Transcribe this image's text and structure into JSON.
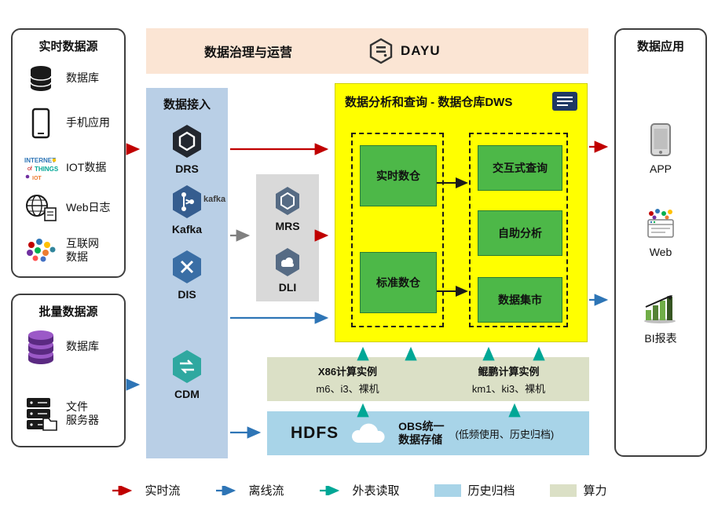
{
  "banner": {
    "title": "数据治理与运营",
    "logo_text": "DAYU"
  },
  "realtime_sources": {
    "title": "实时数据源",
    "items": [
      {
        "label": "数据库"
      },
      {
        "label": "手机应用"
      },
      {
        "label": "IOT数据"
      },
      {
        "label": "Web日志"
      },
      {
        "label_line1": "互联网",
        "label_line2": "数据"
      }
    ]
  },
  "batch_sources": {
    "title": "批量数据源",
    "items": [
      {
        "label": "数据库"
      },
      {
        "label_line1": "文件",
        "label_line2": "服务器"
      }
    ]
  },
  "ingestion": {
    "title": "数据接入",
    "items": [
      {
        "label": "DRS"
      },
      {
        "label": "Kafka",
        "logo": "kafka"
      },
      {
        "label": "DIS"
      },
      {
        "label": "CDM"
      }
    ]
  },
  "middleware": {
    "items": [
      {
        "label": "MRS"
      },
      {
        "label": "DLI"
      }
    ]
  },
  "dws": {
    "title": "数据分析和查询 - 数据仓库DWS",
    "left_group": {
      "boxes": [
        {
          "label": "实时数仓"
        },
        {
          "label": "标准数仓"
        }
      ]
    },
    "right_group": {
      "boxes": [
        {
          "label": "交互式查询"
        },
        {
          "label": "自助分析"
        },
        {
          "label": "数据集市"
        }
      ]
    }
  },
  "compute": {
    "x86_title": "X86计算实例",
    "x86_sub": "m6、i3、裸机",
    "kunpeng_title": "鲲鹏计算实例",
    "kunpeng_sub": "km1、ki3、裸机"
  },
  "storage": {
    "hdfs": "HDFS",
    "obs_line1": "OBS统一",
    "obs_line2": "数据存储",
    "note": "(低频使用、历史归档)"
  },
  "applications": {
    "title": "数据应用",
    "items": [
      {
        "label": "APP"
      },
      {
        "label": "Web"
      },
      {
        "label": "BI报表"
      }
    ]
  },
  "legend": {
    "realtime": "实时流",
    "offline": "离线流",
    "external": "外表读取",
    "archive": "历史归档",
    "compute": "算力"
  },
  "colors": {
    "realtime_flow": "#c00000",
    "offline_flow": "#2e75b6",
    "external_read": "#00a796",
    "archive_fill": "#a8d4e8",
    "compute_fill": "#dbe0c6",
    "dws_fill": "#ffff00",
    "green_box": "#4db848",
    "ingestion_fill": "#b9cfe6",
    "banner_fill": "#fbe5d4"
  }
}
